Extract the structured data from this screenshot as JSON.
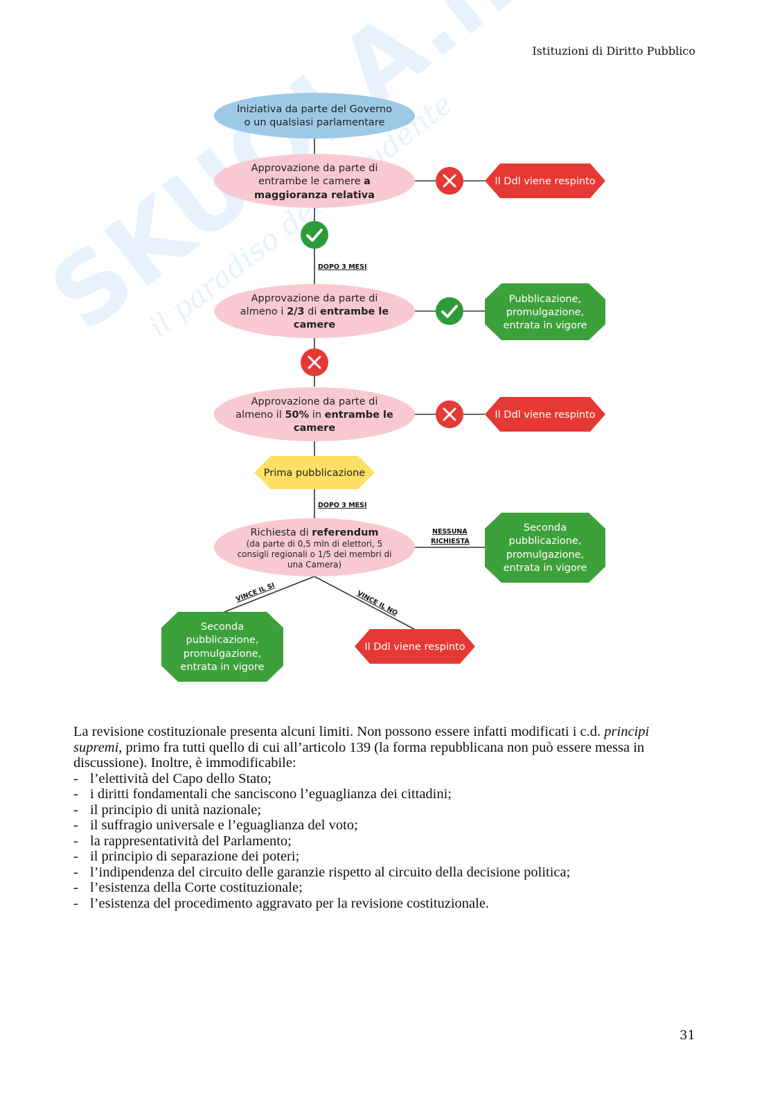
{
  "header": {
    "title": "Istituzioni di Diritto Pubblico"
  },
  "page_number": "31",
  "watermark": {
    "brand": "SKUOLA.net",
    "tagline": "il paradiso dello studente"
  },
  "colors": {
    "blue_node": "#9ec9e6",
    "pink_node": "#f9c9d3",
    "green_octagon": "#3ca13a",
    "red_octagon": "#e53935",
    "yellow_hexagon": "#ffe066",
    "check_green": "#2e9b3b",
    "cross_red": "#e53935"
  },
  "diagram": {
    "start": {
      "line1": "Iniziativa da parte del Governo",
      "line2": "o un qualsiasi parlamentare"
    },
    "step1": {
      "line1": "Approvazione da parte di",
      "line2_normal": "entrambe le camere ",
      "line2_bold": "a",
      "line3_bold": "maggioranza relativa"
    },
    "step2": {
      "line1": "Approvazione da parte di",
      "line2_pre": "almeno i ",
      "line2_bold1": "2/3",
      "line2_mid": " di ",
      "line2_bold2": "entrambe le",
      "line3_bold": "camere"
    },
    "step3": {
      "line1": "Approvazione da parte di",
      "line2_pre": "almeno il ",
      "line2_bold1": "50%",
      "line2_mid": " in ",
      "line2_bold2": "entrambe le",
      "line3_bold": "camere"
    },
    "prima_pubblicazione": "Prima pubblicazione",
    "referendum": {
      "line1_pre": "Richiesta di ",
      "line1_bold": "referendum",
      "line2": "(da parte di 0,5 mln di elettori, 5",
      "line3": "consigli regionali o 1/5 dei membri di",
      "line4": "una Camera)"
    },
    "respinto": "Il Ddl viene respinto",
    "pubblicazione": {
      "line1": "Pubblicazione,",
      "line2": "promulgazione,",
      "line3": "entrata in vigore"
    },
    "seconda_pubblicazione": {
      "line1": "Seconda",
      "line2": "pubblicazione,",
      "line3": "promulgazione,",
      "line4": "entrata in vigore"
    },
    "edge_labels": {
      "dopo_3_mesi": "DOPO 3 MESI",
      "nessuna": "NESSUNA",
      "richiesta": "RICHIESTA",
      "vince_si": "VINCE IL SI",
      "vince_no": "VINCE IL NO"
    }
  },
  "body": {
    "intro_1": "La revisione costituzionale presenta alcuni limiti. Non possono essere infatti modificati i c.d. ",
    "intro_italic": "principi supremi",
    "intro_2": ", primo fra tutti quello di cui all’articolo 139 (la forma repubblicana non può essere messa in discussione). Inoltre, è immodificabile:",
    "list": [
      "l’elettività del Capo dello Stato;",
      "i diritti fondamentali che sanciscono l’eguaglianza dei cittadini;",
      "il principio di unità nazionale;",
      "il suffragio universale e l’eguaglianza del voto;",
      "la rappresentatività del Parlamento;",
      "il principio di separazione dei poteri;",
      "l’indipendenza del circuito delle garanzie rispetto al circuito della decisione politica;",
      "l’esistenza della Corte costituzionale;",
      "l’esistenza del procedimento aggravato per la revisione costituzionale."
    ]
  }
}
